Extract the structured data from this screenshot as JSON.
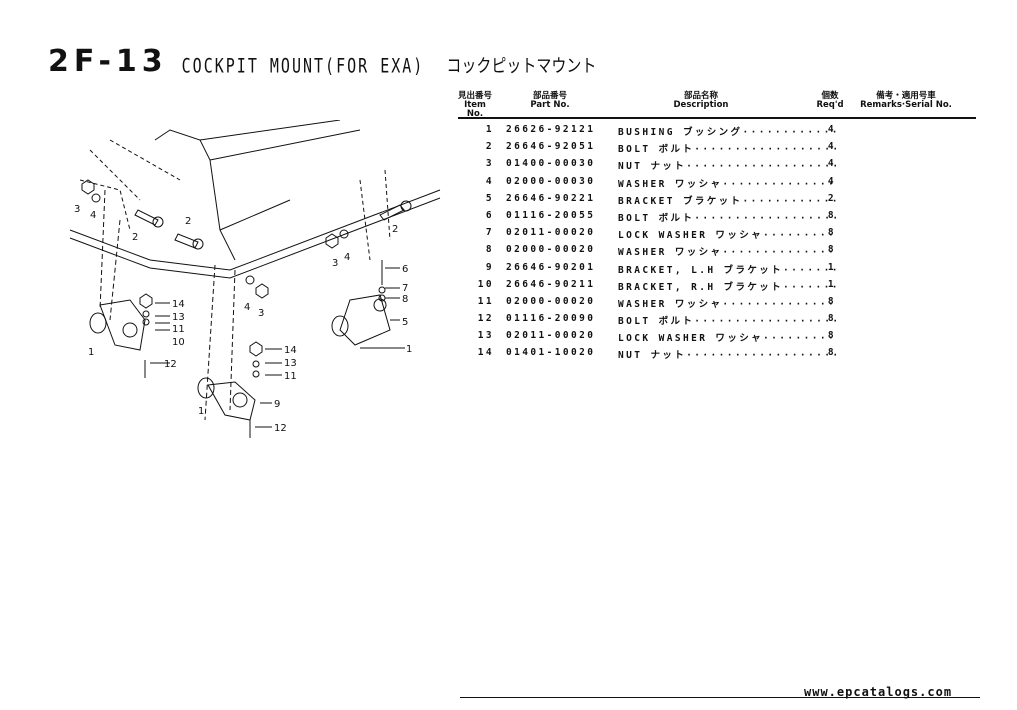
{
  "page": {
    "code": "2F-13",
    "title_en": "COCKPIT MOUNT(FOR EXA)",
    "title_jp": "コックピットマウント"
  },
  "table": {
    "headers": {
      "item_jp": "見出番号",
      "item_en": "Item No.",
      "part_jp": "部品番号",
      "part_en": "Part No.",
      "desc_jp": "部品名称",
      "desc_en": "Description",
      "req_jp": "個数",
      "req_en": "Req'd",
      "rem_jp": "備考・適用号車",
      "rem_en": "Remarks·Serial No."
    },
    "rows": [
      {
        "item": "1",
        "part": "26626-92121",
        "desc": "BUSHING ブッシング",
        "qty": "4"
      },
      {
        "item": "2",
        "part": "26646-92051",
        "desc": "BOLT ボルト",
        "qty": "4"
      },
      {
        "item": "3",
        "part": "01400-00030",
        "desc": "NUT ナット",
        "qty": "4"
      },
      {
        "item": "4",
        "part": "02000-00030",
        "desc": "WASHER ワッシャ",
        "qty": "4"
      },
      {
        "item": "5",
        "part": "26646-90221",
        "desc": "BRACKET ブラケット",
        "qty": "2"
      },
      {
        "item": "6",
        "part": "01116-20055",
        "desc": "BOLT ボルト",
        "qty": "8"
      },
      {
        "item": "7",
        "part": "02011-00020",
        "desc": "LOCK WASHER ワッシャ",
        "qty": "8"
      },
      {
        "item": "8",
        "part": "02000-00020",
        "desc": "WASHER ワッシャ",
        "qty": "8"
      },
      {
        "item": "9",
        "part": "26646-90201",
        "desc": "BRACKET, L.H ブラケット",
        "qty": "1"
      },
      {
        "item": "10",
        "part": "26646-90211",
        "desc": "BRACKET, R.H ブラケット",
        "qty": "1"
      },
      {
        "item": "11",
        "part": "02000-00020",
        "desc": "WASHER ワッシャ",
        "qty": "8"
      },
      {
        "item": "12",
        "part": "01116-20090",
        "desc": "BOLT ボルト",
        "qty": "8"
      },
      {
        "item": "13",
        "part": "02011-00020",
        "desc": "LOCK WASHER ワッシャ",
        "qty": "8"
      },
      {
        "item": "14",
        "part": "01401-10020",
        "desc": "NUT ナット",
        "qty": "8"
      }
    ]
  },
  "diagram": {
    "callouts": [
      "1",
      "2",
      "3",
      "4",
      "5",
      "6",
      "7",
      "8",
      "9",
      "10",
      "11",
      "12",
      "13",
      "14"
    ]
  },
  "footer": {
    "link_text": "www.epcatalogs.com"
  }
}
